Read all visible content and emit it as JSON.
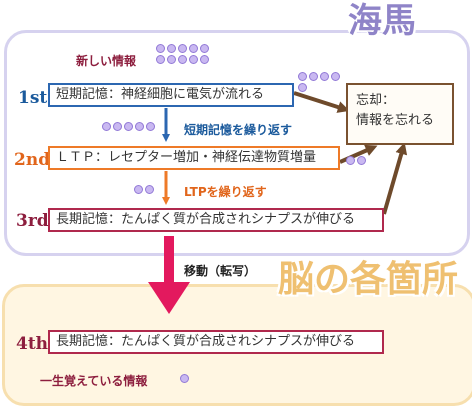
{
  "regions": {
    "hippocampus": "海馬",
    "brain": "脳の各箇所"
  },
  "steps": [
    "1st",
    "2nd",
    "3rd",
    "4th"
  ],
  "boxes": {
    "short_term": "短期記憶：神経細胞に電気が流れる",
    "ltp": "ＬＴＰ：レセプター増加・神経伝達物質増量",
    "long_term": "長期記憶：たんぱく質が合成されシナプスが伸びる",
    "long_term_moved": "長期記憶：たんぱく質が合成されシナプスが伸びる",
    "forget_line1": "忘却：",
    "forget_line2": "情報を忘れる"
  },
  "labels": {
    "new_info": "新しい情報",
    "repeat_short": "短期記憶を繰り返す",
    "repeat_ltp": "LTPを繰り返す",
    "move": "移動（転写）",
    "lifelong": "一生覚えている情報"
  },
  "colors": {
    "blue": "#2c67b1",
    "orange": "#ee7a28",
    "crimson": "#b0294d",
    "brown": "#7a5230",
    "magenta_arrow": "#e3195e",
    "dot": "#c9b8f1"
  }
}
